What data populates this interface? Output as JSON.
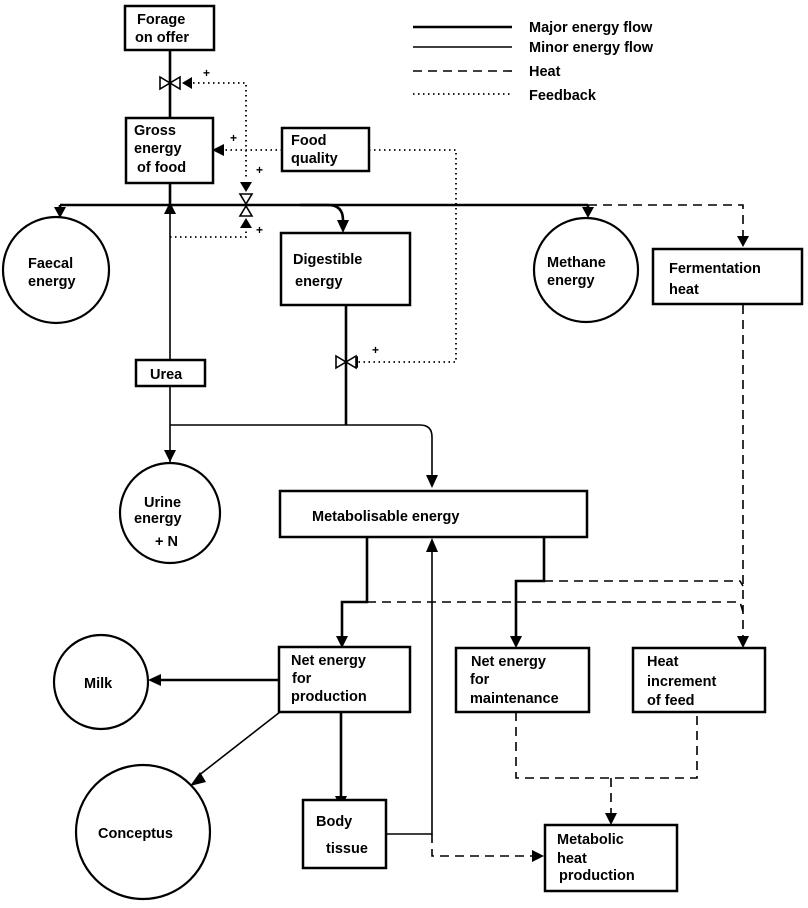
{
  "legend": {
    "items": [
      {
        "style": "major",
        "label": "Major energy flow"
      },
      {
        "style": "minor",
        "label": "Minor energy flow"
      },
      {
        "style": "heat",
        "label": "Heat"
      },
      {
        "style": "feedback",
        "label": "Feedback"
      }
    ]
  },
  "nodes": {
    "forage": {
      "shape": "box",
      "lines": [
        "Forage",
        "on offer"
      ]
    },
    "gross": {
      "shape": "box",
      "lines": [
        "Gross",
        "energy",
        "of food"
      ]
    },
    "food_quality": {
      "shape": "box",
      "lines": [
        "Food",
        "quality"
      ]
    },
    "faecal": {
      "shape": "circle",
      "lines": [
        "Faecal",
        "energy"
      ]
    },
    "digestible": {
      "shape": "box",
      "lines": [
        "Digestible",
        "energy"
      ]
    },
    "methane": {
      "shape": "circle",
      "lines": [
        "Methane",
        "energy"
      ]
    },
    "fermentation": {
      "shape": "box",
      "lines": [
        "Fermentation",
        "heat"
      ]
    },
    "urea": {
      "shape": "box",
      "lines": [
        "Urea"
      ]
    },
    "urine": {
      "shape": "circle",
      "lines": [
        "Urine",
        "energy",
        "+ N"
      ]
    },
    "metabolisable": {
      "shape": "box",
      "lines": [
        "Metabolisable  energy"
      ]
    },
    "nep": {
      "shape": "box",
      "lines": [
        "Net energy",
        "for",
        "production"
      ]
    },
    "nem": {
      "shape": "box",
      "lines": [
        "Net energy",
        "for",
        "maintenance"
      ]
    },
    "heat_increment": {
      "shape": "box",
      "lines": [
        "Heat",
        "increment",
        "of feed"
      ]
    },
    "milk": {
      "shape": "circle",
      "lines": [
        "Milk"
      ]
    },
    "conceptus": {
      "shape": "circle",
      "lines": [
        "Conceptus"
      ]
    },
    "body_tissue": {
      "shape": "box",
      "lines": [
        "Body",
        "tissue"
      ]
    },
    "metabolic_heat": {
      "shape": "box",
      "lines": [
        "Metabolic",
        "heat",
        "production"
      ]
    }
  },
  "feedback_sign": "+",
  "colors": {
    "ink": "#000000",
    "background": "#ffffff"
  }
}
